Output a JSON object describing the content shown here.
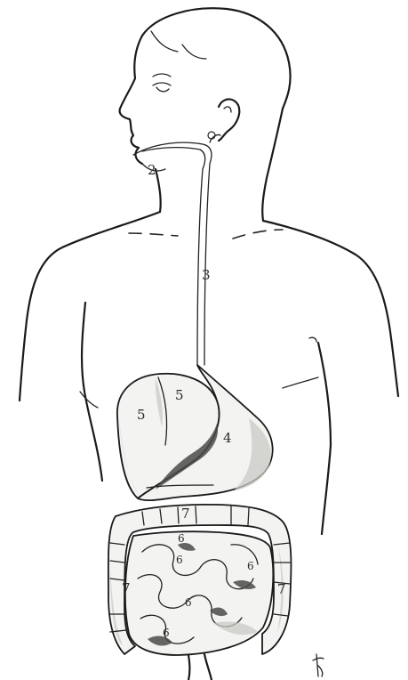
{
  "labels": {
    "mouth": "2",
    "esophagus": "3",
    "stomach": "4",
    "liver_left": "5",
    "liver_right": "5",
    "small_intestine_1": "6",
    "small_intestine_2": "6",
    "small_intestine_3": "6",
    "small_intestine_4": "6",
    "small_intestine_5": "6",
    "large_intestine_top": "7",
    "large_intestine_left": "7",
    "large_intestine_right": "7"
  },
  "signature": "K"
}
